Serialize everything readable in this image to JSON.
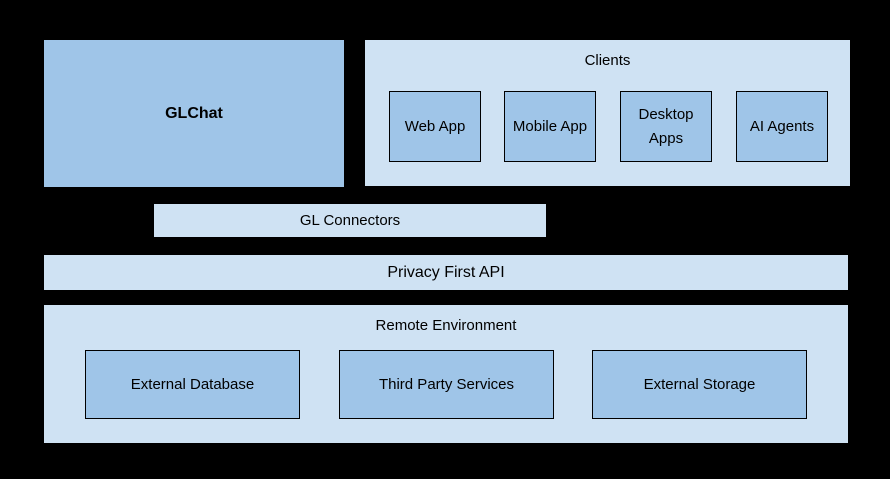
{
  "diagram": {
    "glchat": {
      "label": "GLChat"
    },
    "clients": {
      "title": "Clients",
      "items": [
        "Web App",
        "Mobile App",
        "Desktop Apps",
        "AI Agents"
      ]
    },
    "connectors": {
      "label": "GL Connectors"
    },
    "api": {
      "label": "Privacy First API"
    },
    "remote": {
      "title": "Remote Environment",
      "items": [
        "External Database",
        "Third Party Services",
        "External Storage"
      ]
    }
  },
  "colors": {
    "background": "#000000",
    "box_fill": "#9fc5e8",
    "container_fill": "#cfe2f3",
    "border": "#000000",
    "text": "#000000"
  }
}
